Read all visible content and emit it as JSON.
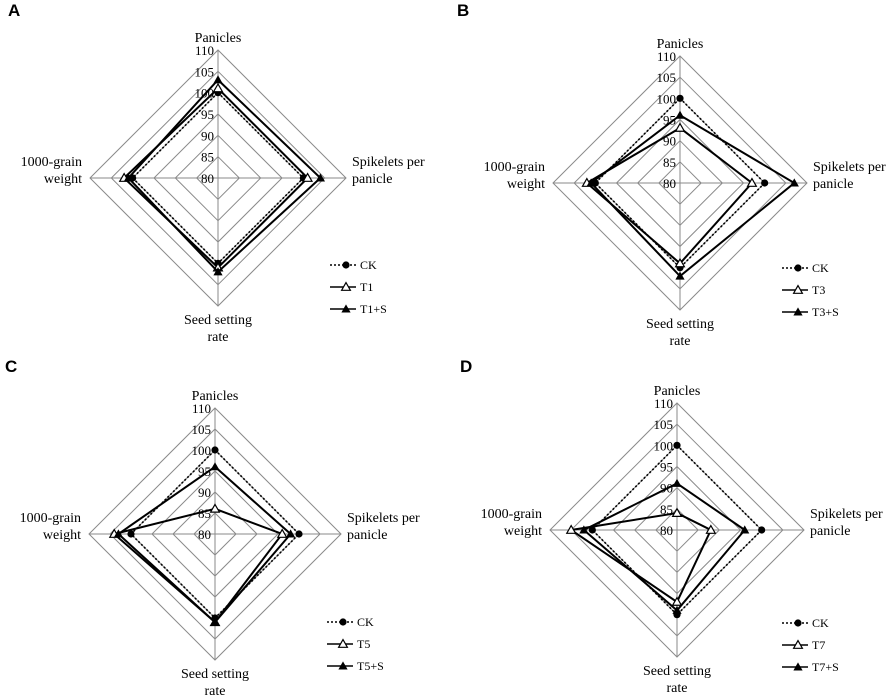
{
  "chart_data": [
    {
      "type": "radar",
      "panel_label": "A",
      "axes": [
        "Panicles",
        "Spikelets per panicle",
        "Seed setting rate",
        "1000-grain weight"
      ],
      "axis_display": [
        [
          "Panicles"
        ],
        [
          "Spikelets per",
          "panicle"
        ],
        [
          "Seed setting",
          "rate"
        ],
        [
          "1000-grain",
          "weight"
        ]
      ],
      "ticks": [
        "80",
        "85",
        "90",
        "95",
        "100",
        "105",
        "110"
      ],
      "rlim": [
        80,
        110
      ],
      "grid": true,
      "legend_position": "bottom-right",
      "series": [
        {
          "name": "CK",
          "values": [
            100,
            100,
            100,
            100
          ]
        },
        {
          "name": "T1",
          "values": [
            101,
            101,
            101,
            102
          ]
        },
        {
          "name": "T1+S",
          "values": [
            103,
            104,
            102,
            101
          ]
        }
      ]
    },
    {
      "type": "radar",
      "panel_label": "B",
      "axes": [
        "Panicles",
        "Spikelets per panicle",
        "Seed setting rate",
        "1000-grain weight"
      ],
      "axis_display": [
        [
          "Panicles"
        ],
        [
          "Spikelets per",
          "panicle"
        ],
        [
          "Seed setting",
          "rate"
        ],
        [
          "1000-grain",
          "weight"
        ]
      ],
      "ticks": [
        "80",
        "85",
        "90",
        "95",
        "100",
        "105",
        "110"
      ],
      "rlim": [
        80,
        110
      ],
      "grid": true,
      "legend_position": "bottom-right",
      "series": [
        {
          "name": "CK",
          "values": [
            100,
            100,
            100,
            100
          ]
        },
        {
          "name": "T3",
          "values": [
            93,
            97,
            99,
            102
          ]
        },
        {
          "name": "T3+S",
          "values": [
            96,
            107,
            102,
            101
          ]
        }
      ]
    },
    {
      "type": "radar",
      "panel_label": "C",
      "axes": [
        "Panicles",
        "Spikelets per panicle",
        "Seed setting rate",
        "1000-grain weight"
      ],
      "axis_display": [
        [
          "Panicles"
        ],
        [
          "Spikelets per",
          "panicle"
        ],
        [
          "Seed setting",
          "rate"
        ],
        [
          "1000-grain",
          "weight"
        ]
      ],
      "ticks": [
        "80",
        "85",
        "90",
        "95",
        "100",
        "105",
        "110"
      ],
      "rlim": [
        80,
        110
      ],
      "grid": true,
      "legend_position": "bottom-right",
      "series": [
        {
          "name": "CK",
          "values": [
            100,
            100,
            100,
            100
          ]
        },
        {
          "name": "T5",
          "values": [
            86,
            96,
            101,
            104
          ]
        },
        {
          "name": "T5+S",
          "values": [
            96,
            98,
            101,
            103
          ]
        }
      ]
    },
    {
      "type": "radar",
      "panel_label": "D",
      "axes": [
        "Panicles",
        "Spikelets per panicle",
        "Seed setting rate",
        "1000-grain weight"
      ],
      "axis_display": [
        [
          "Panicles"
        ],
        [
          "Spikelets per",
          "panicle"
        ],
        [
          "Seed setting",
          "rate"
        ],
        [
          "1000-grain",
          "weight"
        ]
      ],
      "ticks": [
        "80",
        "85",
        "90",
        "95",
        "100",
        "105",
        "110"
      ],
      "rlim": [
        80,
        110
      ],
      "grid": true,
      "legend_position": "bottom-right",
      "series": [
        {
          "name": "CK",
          "values": [
            100,
            100,
            100,
            100
          ]
        },
        {
          "name": "T7",
          "values": [
            84,
            88,
            97,
            105
          ]
        },
        {
          "name": "T7+S",
          "values": [
            91,
            96,
            99,
            102
          ]
        }
      ]
    }
  ],
  "series_styles": [
    {
      "line": "dotted",
      "marker": "circle-filled"
    },
    {
      "line": "solid",
      "marker": "triangle-open"
    },
    {
      "line": "solid",
      "marker": "triangle-filled"
    }
  ]
}
